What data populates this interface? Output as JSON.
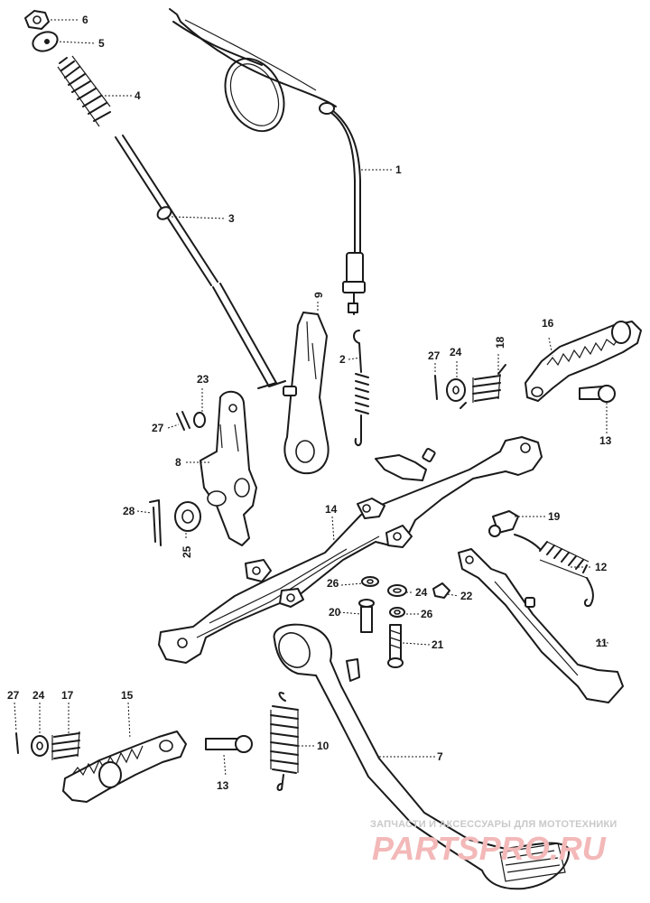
{
  "diagram": {
    "callouts": [
      {
        "id": "c1",
        "label": "1"
      },
      {
        "id": "c2",
        "label": "2"
      },
      {
        "id": "c3",
        "label": "3"
      },
      {
        "id": "c4",
        "label": "4"
      },
      {
        "id": "c5",
        "label": "5"
      },
      {
        "id": "c6",
        "label": "6"
      },
      {
        "id": "c7",
        "label": "7"
      },
      {
        "id": "c8",
        "label": "8"
      },
      {
        "id": "c9",
        "label": "9"
      },
      {
        "id": "c10",
        "label": "10"
      },
      {
        "id": "c11",
        "label": "11"
      },
      {
        "id": "c12",
        "label": "12"
      },
      {
        "id": "c13a",
        "label": "13"
      },
      {
        "id": "c13b",
        "label": "13"
      },
      {
        "id": "c14",
        "label": "14"
      },
      {
        "id": "c15",
        "label": "15"
      },
      {
        "id": "c16",
        "label": "16"
      },
      {
        "id": "c17",
        "label": "17"
      },
      {
        "id": "c18",
        "label": "18"
      },
      {
        "id": "c19",
        "label": "19"
      },
      {
        "id": "c20",
        "label": "20"
      },
      {
        "id": "c21",
        "label": "21"
      },
      {
        "id": "c22",
        "label": "22"
      },
      {
        "id": "c23",
        "label": "23"
      },
      {
        "id": "c24a",
        "label": "24"
      },
      {
        "id": "c24b",
        "label": "24"
      },
      {
        "id": "c24c",
        "label": "24"
      },
      {
        "id": "c25",
        "label": "25"
      },
      {
        "id": "c26a",
        "label": "26"
      },
      {
        "id": "c26b",
        "label": "26"
      },
      {
        "id": "c27a",
        "label": "27"
      },
      {
        "id": "c27b",
        "label": "27"
      },
      {
        "id": "c27c",
        "label": "27"
      },
      {
        "id": "c28",
        "label": "28"
      }
    ]
  },
  "watermark": {
    "caption": "ЗАПЧАСТИ И АКСЕССУАРЫ ДЛЯ МОТОТЕХНИКИ",
    "logo": "PARTSPRO.RU",
    "color": "#e05050"
  }
}
